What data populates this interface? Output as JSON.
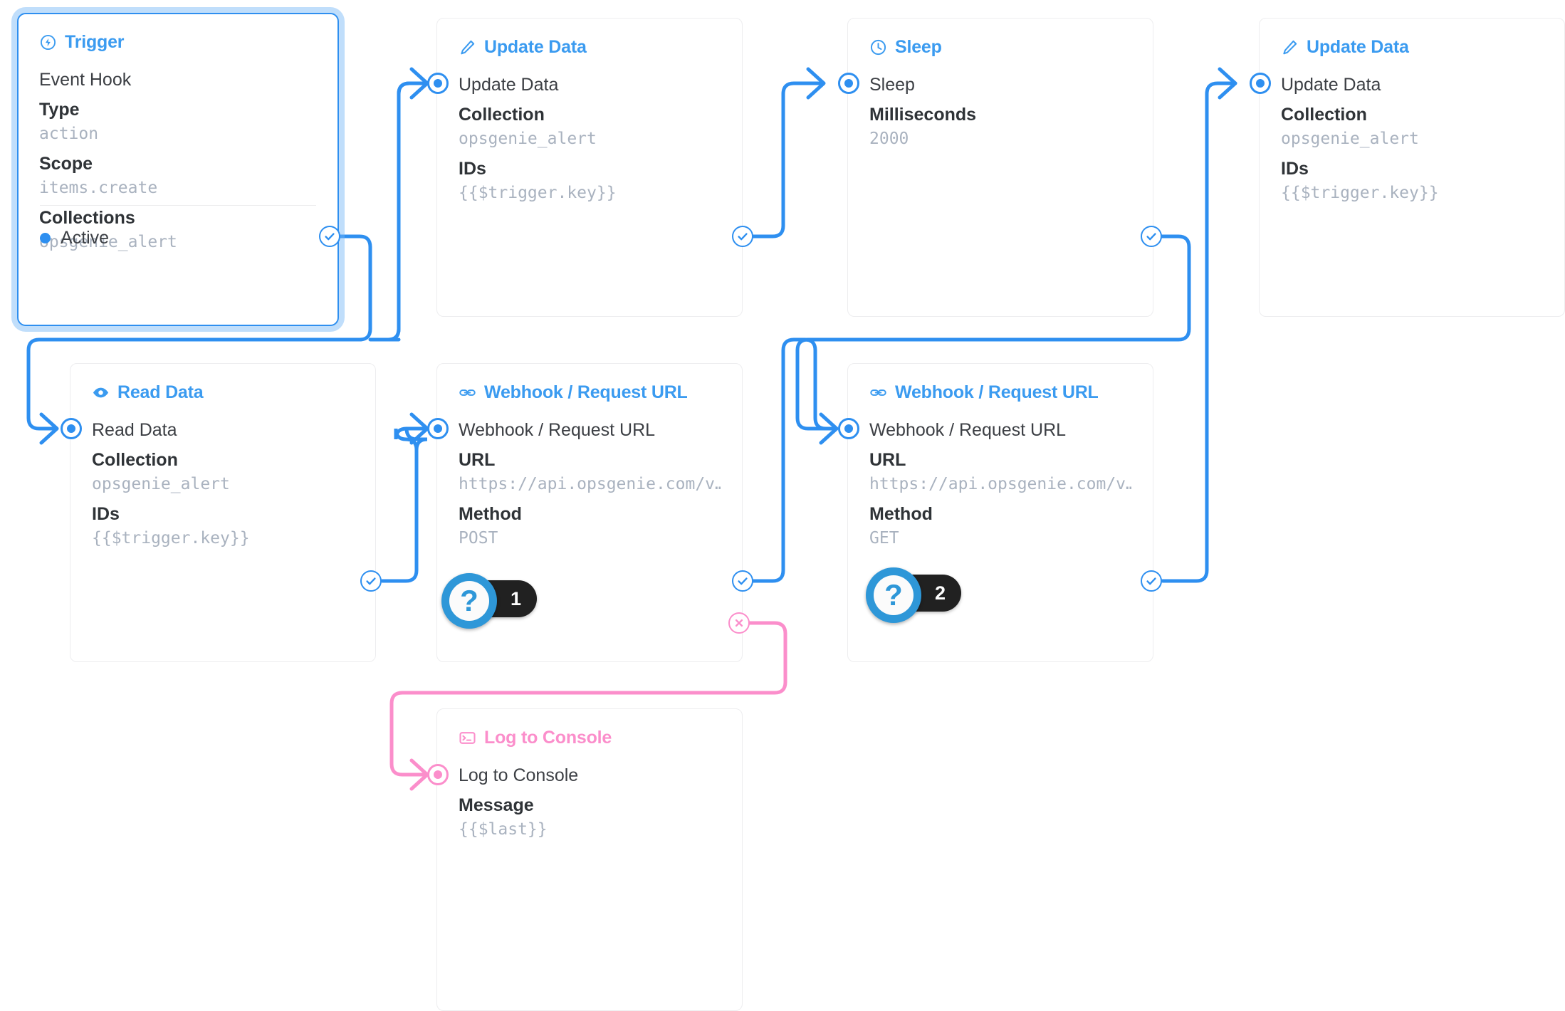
{
  "colors": {
    "accent": "#2e8ff0",
    "title_blue": "#3b9bf0",
    "pink": "#fb8ecb",
    "value_gray": "#a9b2bf",
    "card_border": "#ededef",
    "badge_dark": "#212121"
  },
  "nodes": [
    {
      "id": "trigger",
      "title": "Trigger",
      "icon": "lightning-circle-icon",
      "accent": "blue",
      "selected": true,
      "op_name": "Event Hook",
      "fields": [
        {
          "key": "Type",
          "value": "action"
        },
        {
          "key": "Scope",
          "value": "items.create"
        },
        {
          "key": "Collections",
          "value": "opsgenie_alert"
        }
      ],
      "status": "Active"
    },
    {
      "id": "update-data-1",
      "title": "Update Data",
      "icon": "pencil-icon",
      "accent": "blue",
      "op_name": "Update Data",
      "fields": [
        {
          "key": "Collection",
          "value": "opsgenie_alert"
        },
        {
          "key": "IDs",
          "value": "{{$trigger.key}}"
        }
      ]
    },
    {
      "id": "sleep",
      "title": "Sleep",
      "icon": "clock-icon",
      "accent": "blue",
      "op_name": "Sleep",
      "fields": [
        {
          "key": "Milliseconds",
          "value": "2000"
        }
      ]
    },
    {
      "id": "update-data-2",
      "title": "Update Data",
      "icon": "pencil-icon",
      "accent": "blue",
      "op_name": "Update Data",
      "fields": [
        {
          "key": "Collection",
          "value": "opsgenie_alert"
        },
        {
          "key": "IDs",
          "value": "{{$trigger.key}}"
        }
      ]
    },
    {
      "id": "read-data",
      "title": "Read Data",
      "icon": "eye-icon",
      "accent": "blue",
      "op_name": "Read Data",
      "fields": [
        {
          "key": "Collection",
          "value": "opsgenie_alert"
        },
        {
          "key": "IDs",
          "value": "{{$trigger.key}}"
        }
      ]
    },
    {
      "id": "webhook-post",
      "title": "Webhook / Request URL",
      "icon": "link-icon",
      "accent": "blue",
      "op_name": "Webhook / Request URL",
      "fields": [
        {
          "key": "URL",
          "value": "https://api.opsgenie.com/v…"
        },
        {
          "key": "Method",
          "value": "POST"
        }
      ]
    },
    {
      "id": "webhook-get",
      "title": "Webhook / Request URL",
      "icon": "link-icon",
      "accent": "blue",
      "op_name": "Webhook / Request URL",
      "fields": [
        {
          "key": "URL",
          "value": "https://api.opsgenie.com/v…"
        },
        {
          "key": "Method",
          "value": "GET"
        }
      ]
    },
    {
      "id": "log-to-console",
      "title": "Log to Console",
      "icon": "terminal-icon",
      "accent": "pink",
      "op_name": "Log to Console",
      "fields": [
        {
          "key": "Message",
          "value": "{{$last}}"
        }
      ]
    }
  ],
  "badges": [
    {
      "id": "badge-1",
      "symbol": "?",
      "count": "1"
    },
    {
      "id": "badge-2",
      "symbol": "?",
      "count": "2"
    }
  ]
}
